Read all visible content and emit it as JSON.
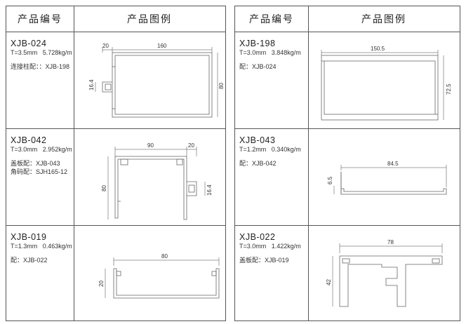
{
  "header": {
    "col_code": "产品编号",
    "col_figure": "产品图例"
  },
  "left": [
    {
      "code": "XJB-024",
      "thickness": "T=3.5mm",
      "weight": "5.728kg/m",
      "notes": [
        "连接柱配：：XJB-198"
      ],
      "dims": {
        "a": "20",
        "b": "160",
        "c": "16.4",
        "d": "80"
      }
    },
    {
      "code": "XJB-042",
      "thickness": "T=3.0mm",
      "weight": "2.952kg/m",
      "notes": [
        "盖板配：XJB-043",
        "角码配：SJH165-12"
      ],
      "dims": {
        "a": "90",
        "b": "20",
        "c": "80",
        "d": "16.4"
      }
    },
    {
      "code": "XJB-019",
      "thickness": "T=1.3mm",
      "weight": "0.463kg/m",
      "notes": [
        "配：XJB-022"
      ],
      "dims": {
        "a": "80",
        "b": "20"
      }
    }
  ],
  "right": [
    {
      "code": "XJB-198",
      "thickness": "T=3.0mm",
      "weight": "3.848kg/m",
      "notes": [
        "配：XJB-024"
      ],
      "dims": {
        "a": "150.5",
        "b": "72.5"
      }
    },
    {
      "code": "XJB-043",
      "thickness": "T=1.2mm",
      "weight": "0.340kg/m",
      "notes": [
        "配：XJB-042"
      ],
      "dims": {
        "a": "84.5",
        "b": "6.5"
      }
    },
    {
      "code": "XJB-022",
      "thickness": "T=3.0mm",
      "weight": "1.422kg/m",
      "notes": [
        "盖板配：XJB-019"
      ],
      "dims": {
        "a": "78",
        "b": "42"
      }
    }
  ]
}
